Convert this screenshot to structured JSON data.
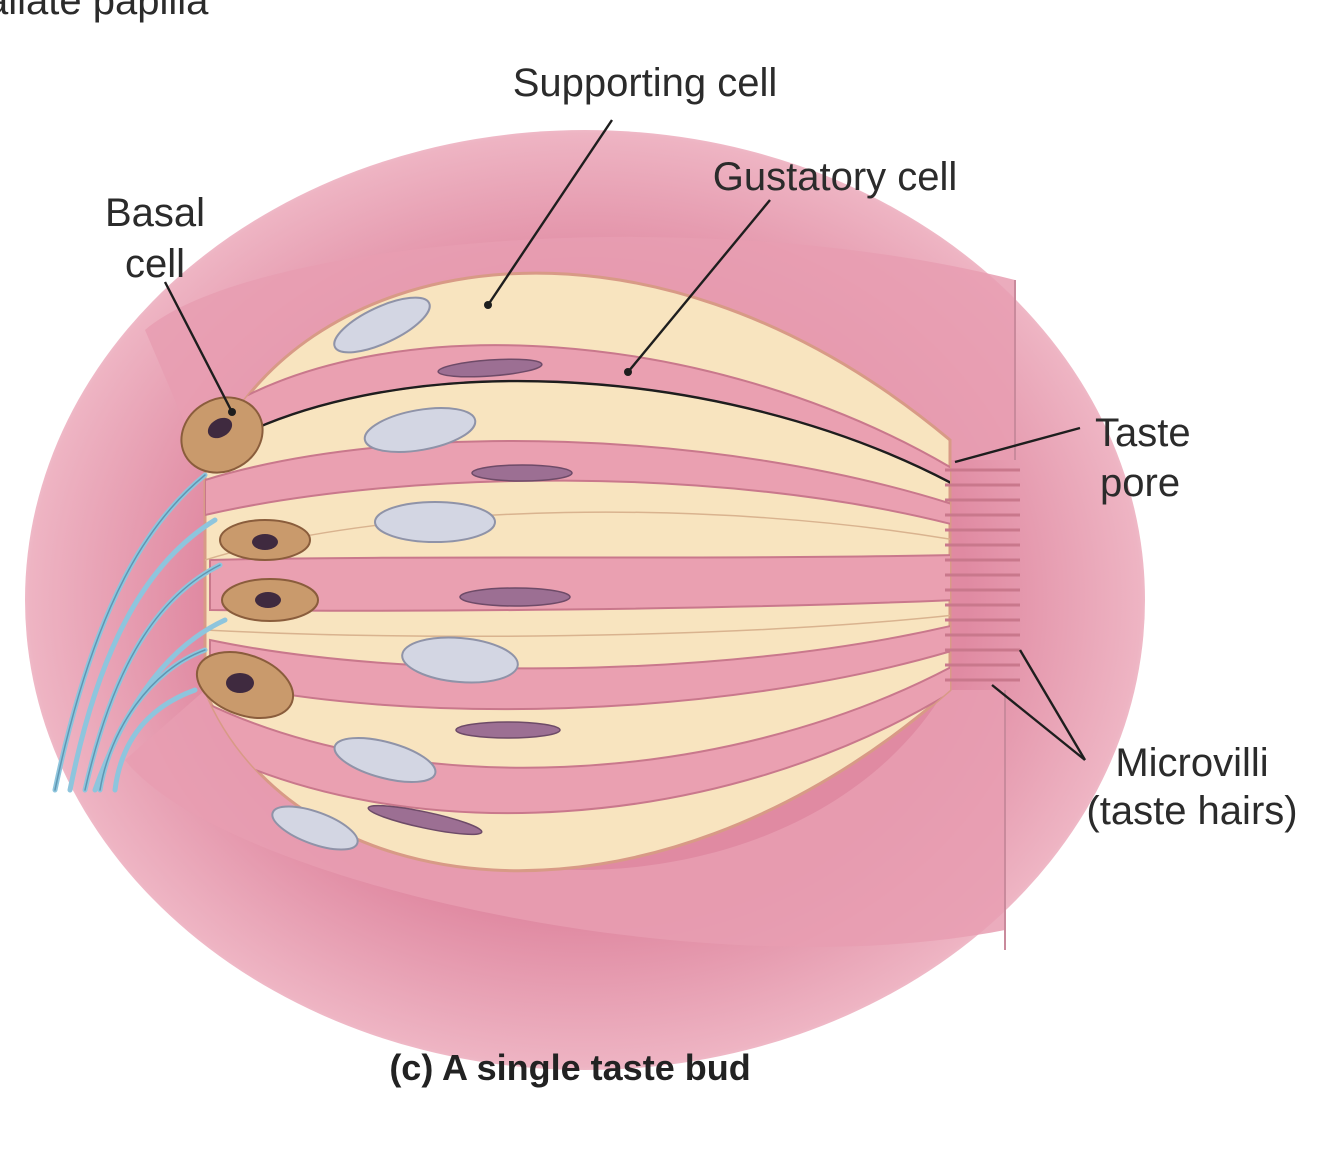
{
  "top_cut_label": "allate papilla",
  "labels": {
    "supporting_cell": "Supporting cell",
    "gustatory_cell": "Gustatory cell",
    "basal_cell_line1": "Basal",
    "basal_cell_line2": "cell",
    "taste_pore_line1": "Taste",
    "taste_pore_line2": "pore",
    "microvilli_line1": "Microvilli",
    "microvilli_line2": "(taste hairs)"
  },
  "caption": "(c) A single taste bud",
  "colors": {
    "tissue": "#e8a3b5",
    "supporting_cell": "#f8e4bf",
    "gustatory_cell": "#eaa0b1",
    "basal_cell": "#c99a6c",
    "nerve": "#8ec5dd",
    "nucleus_supporting": "#d3d6e3",
    "nucleus_gustatory": "#9c6f93"
  }
}
